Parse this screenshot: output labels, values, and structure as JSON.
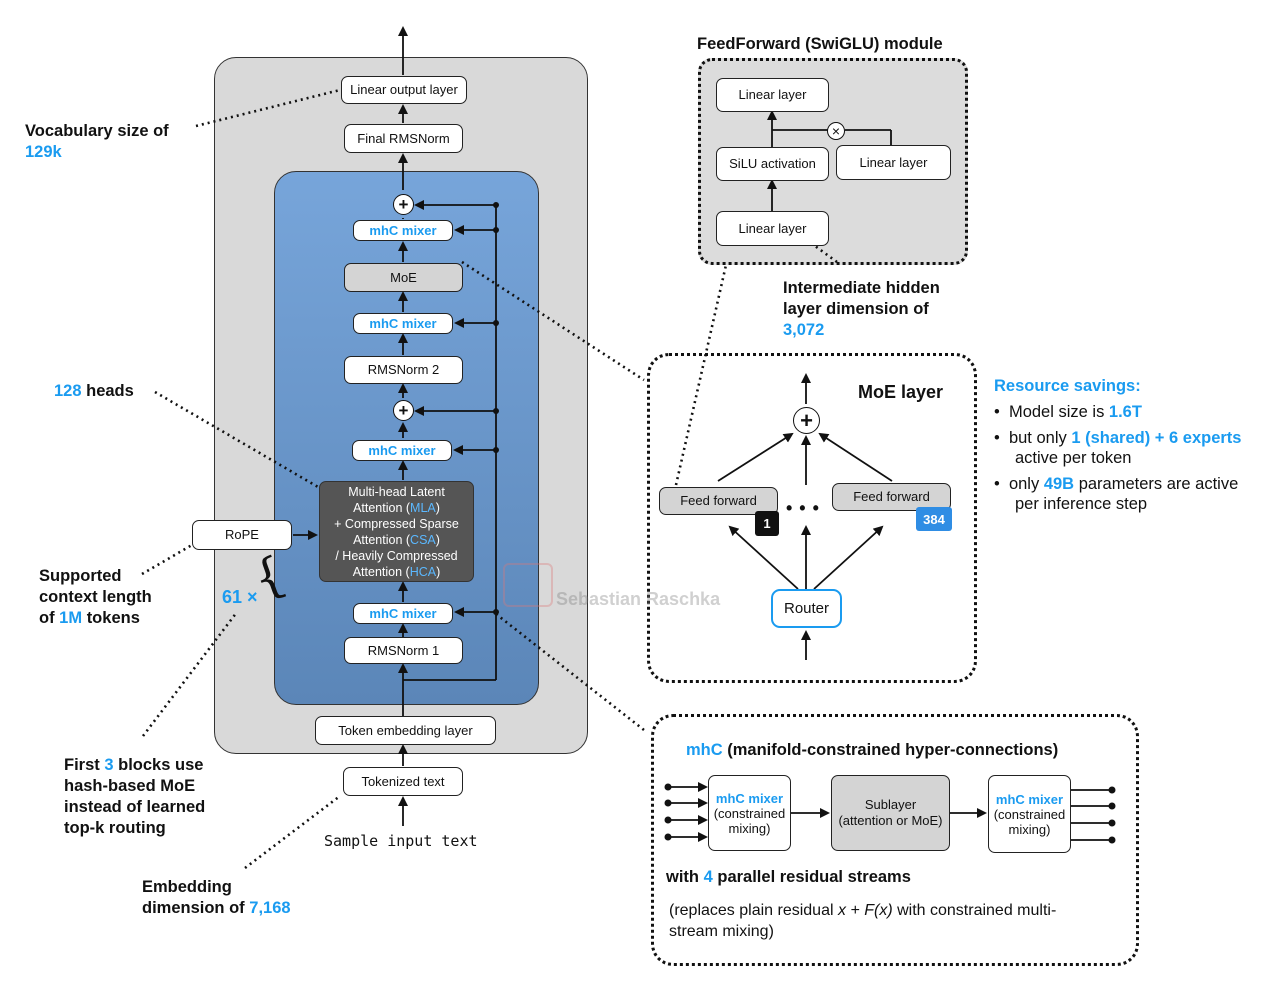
{
  "left_annotations": {
    "vocab_text": "Vocabulary size of",
    "vocab_value": "129k",
    "heads_value": "128",
    "heads_text": "heads",
    "context_line1": "Supported",
    "context_line2": "context length",
    "context_of": "of",
    "context_value": "1M",
    "context_tokens": "tokens",
    "blocks_count": "61 ×",
    "first_prefix": "First",
    "first_value": "3",
    "first_suffix": "blocks use",
    "first_line2": "hash-based MoE",
    "first_line3": "instead of learned",
    "first_line4": "top-k routing",
    "embed_line1": "Embedding",
    "embed_prefix": "dimension of",
    "embed_value": "7,168"
  },
  "main_stack": {
    "linear_output": "Linear output layer",
    "final_norm": "Final RMSNorm",
    "mhc_mixer": "mhC mixer",
    "moe": "MoE",
    "rmsnorm2": "RMSNorm 2",
    "attention_line1": "Multi-head Latent",
    "attention_line2a": "Attention (",
    "attention_mla": "MLA",
    "attention_line2b": ")",
    "attention_line3": "+ Compressed Sparse",
    "attention_line4a": "Attention (",
    "attention_csa": "CSA",
    "attention_line4b": ")",
    "attention_line5": "/ Heavily Compressed",
    "attention_line6a": "Attention (",
    "attention_hca": "HCA",
    "attention_line6b": ")",
    "rope": "RoPE",
    "rmsnorm1": "RMSNorm 1",
    "token_embedding": "Token embedding layer",
    "tokenized_text": "Tokenized text",
    "sample_input": "Sample input text",
    "watermark": "Sebastian Raschka"
  },
  "feedforward": {
    "title": "FeedForward (SwiGLU) module",
    "linear_top": "Linear layer",
    "silu": "SiLU activation",
    "linear_right": "Linear layer",
    "linear_bottom": "Linear layer",
    "multiply": "×",
    "intermediate_line1": "Intermediate hidden",
    "intermediate_line2": "layer dimension of",
    "intermediate_value": "3,072"
  },
  "moe_layer": {
    "title": "MoE layer",
    "feed_forward_1": "Feed forward",
    "feed_forward_2": "Feed forward",
    "badge_1": "1",
    "badge_2": "384",
    "dots": "• • •",
    "router": "Router"
  },
  "resource_savings": {
    "title": "Resource savings:",
    "b1_text": "Model size is",
    "b1_value": "1.6T",
    "b2_text": "but only",
    "b2_value": "1 (shared) + 6 experts",
    "b2_cont": "active per token",
    "b3_text": "only",
    "b3_value": "49B",
    "b3_suffix": "parameters are active",
    "b3_cont": "per inference step"
  },
  "mhc_panel": {
    "title_blue": "mhC",
    "title_rest": "(manifold-constrained hyper-connections)",
    "mixer_label": "mhC mixer",
    "mixer_sub1": "(constrained",
    "mixer_sub2": "mixing)",
    "sublayer_line1": "Sublayer",
    "sublayer_line2": "(attention or MoE)",
    "streams_prefix": "with",
    "streams_value": "4",
    "streams_suffix": "parallel residual streams",
    "note_line1a": "(replaces plain residual",
    "note_formula": "x + F(x)",
    "note_line1b": "with constrained multi-",
    "note_line2": "stream mixing)"
  },
  "colors": {
    "accent_blue": "#1a9bf0",
    "block_gray": "#d9d9d9",
    "block_blue_top": "#6f9fd6",
    "block_blue_bottom": "#5b84b6",
    "dark_box": "#555555"
  }
}
